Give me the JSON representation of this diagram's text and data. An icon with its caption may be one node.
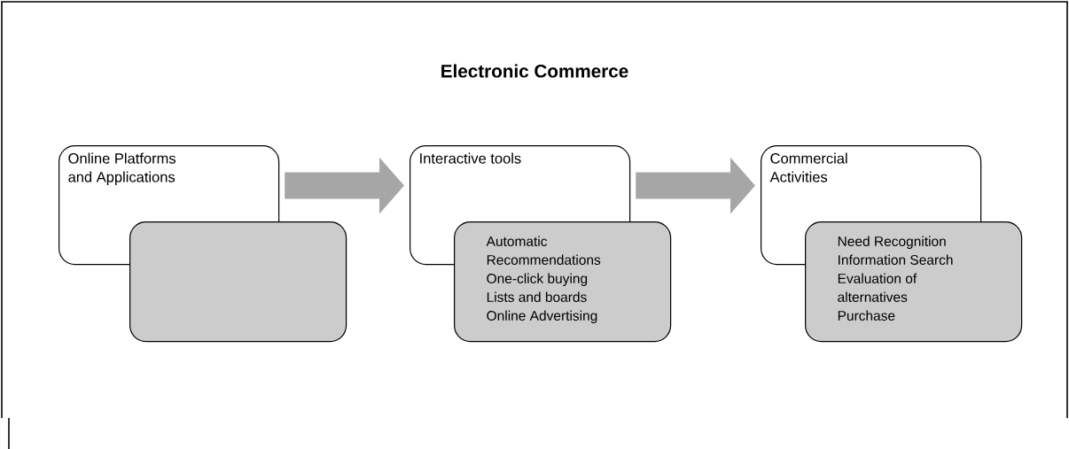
{
  "diagram": {
    "title": "Electronic Commerce",
    "nodes": [
      {
        "text": [
          "Online Platforms and Applications"
        ]
      },
      {
        "text": [],
        "shape": "box"
      },
      {
        "text": [
          "Interactive tools"
        ]
      },
      {
        "text": [
          "Automatic Recommendations",
          "One-click buying",
          "Lists and boards",
          "Online Advertising"
        ]
      },
      {
        "text": [
          "Commercial Activities"
        ]
      },
      {
        "text": [
          "Need Recognition",
          "Information Search",
          "Evaluation of alternatives",
          "Purchase"
        ]
      }
    ],
    "edges": [
      {
        "from": 0,
        "to": 2,
        "arrow": "to"
      },
      {
        "from": 2,
        "to": 4,
        "arrow": "to"
      }
    ]
  }
}
